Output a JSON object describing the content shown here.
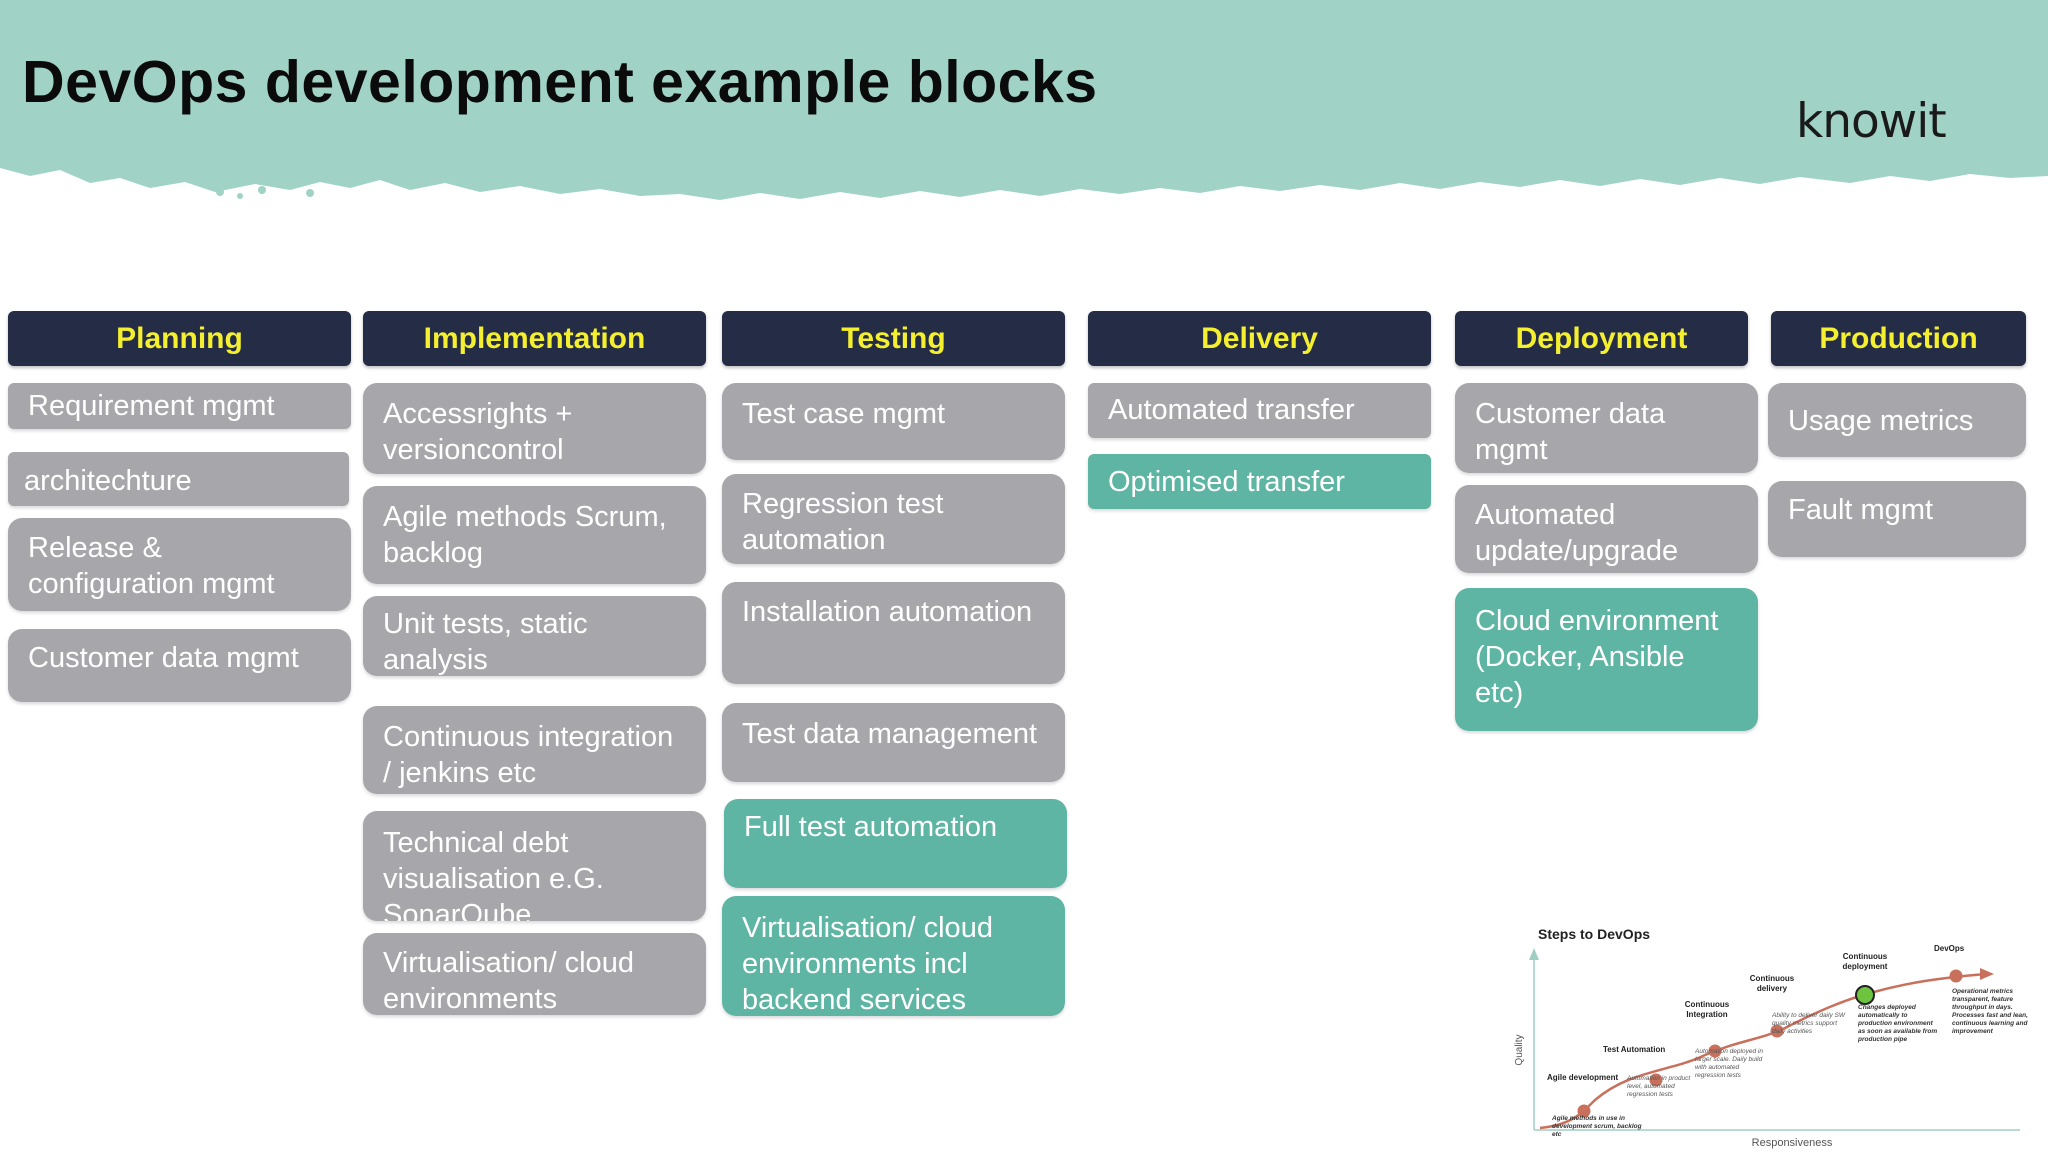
{
  "title": "DevOps development example blocks",
  "logo_text": "knowit",
  "colors": {
    "header_band": "#a1d2c6",
    "column_header_bg": "#242d45",
    "column_header_text": "#f4ef2f",
    "block_gray": "#a7a6aa",
    "block_teal": "#5fb5a3"
  },
  "columns": [
    {
      "name": "Planning",
      "items": [
        {
          "text": "Requirement mgmt",
          "style": "gray"
        },
        {
          "text": "architechture",
          "style": "gray"
        },
        {
          "text": "Release & configuration mgmt",
          "style": "gray"
        },
        {
          "text": "Customer data mgmt",
          "style": "gray"
        }
      ]
    },
    {
      "name": "Implementation",
      "items": [
        {
          "text": "Accessrights + versioncontrol",
          "style": "gray"
        },
        {
          "text": "Agile methods Scrum, backlog",
          "style": "gray"
        },
        {
          "text": "Unit tests, static analysis",
          "style": "gray"
        },
        {
          "text": "Continuous integration / jenkins etc",
          "style": "gray"
        },
        {
          "text": "Technical debt visualisation e.G. SonarQube",
          "style": "gray"
        },
        {
          "text": "Virtualisation/ cloud environments",
          "style": "gray"
        }
      ]
    },
    {
      "name": "Testing",
      "items": [
        {
          "text": "Test case mgmt",
          "style": "gray"
        },
        {
          "text": "Regression test automation",
          "style": "gray"
        },
        {
          "text": "Installation automation",
          "style": "gray"
        },
        {
          "text": "Test data management",
          "style": "gray"
        },
        {
          "text": "Full test automation",
          "style": "teal"
        },
        {
          "text": "Virtualisation/ cloud environments incl backend services",
          "style": "teal"
        }
      ]
    },
    {
      "name": "Delivery",
      "items": [
        {
          "text": "Automated transfer",
          "style": "gray"
        },
        {
          "text": "Optimised transfer",
          "style": "teal"
        }
      ]
    },
    {
      "name": "Deployment",
      "items": [
        {
          "text": "Customer data mgmt",
          "style": "gray"
        },
        {
          "text": "Automated update/upgrade",
          "style": "gray"
        },
        {
          "text": "Cloud environment (Docker, Ansible etc)",
          "style": "teal"
        }
      ]
    },
    {
      "name": "Production",
      "items": [
        {
          "text": "Usage metrics",
          "style": "gray"
        },
        {
          "text": "Fault mgmt",
          "style": "gray"
        }
      ]
    }
  ],
  "steps_figure": {
    "title": "Steps to DevOps",
    "x_axis_label": "Responsiveness",
    "y_axis_label": "Quality",
    "stages": [
      {
        "name": "Agile development",
        "note": "Agile methods in use in development scrum, backlog etc"
      },
      {
        "name": "Test Automation",
        "note": "Automation in product level, automated regression tests"
      },
      {
        "name": "Continuous Integration",
        "note": "Automation deployed in larger scale. Daily build with automated regression tests"
      },
      {
        "name": "Continuous delivery",
        "note": "Ability to deliver daily SW quality metrics support daily activities"
      },
      {
        "name": "Continuous deployment",
        "note": "Changes deployed automatically to production environment as soon as available from production pipe"
      },
      {
        "name": "DevOps",
        "note": "Operational metrics transparent, feature throughput in days. Processes fast and lean, continuous learning and improvement"
      }
    ]
  }
}
